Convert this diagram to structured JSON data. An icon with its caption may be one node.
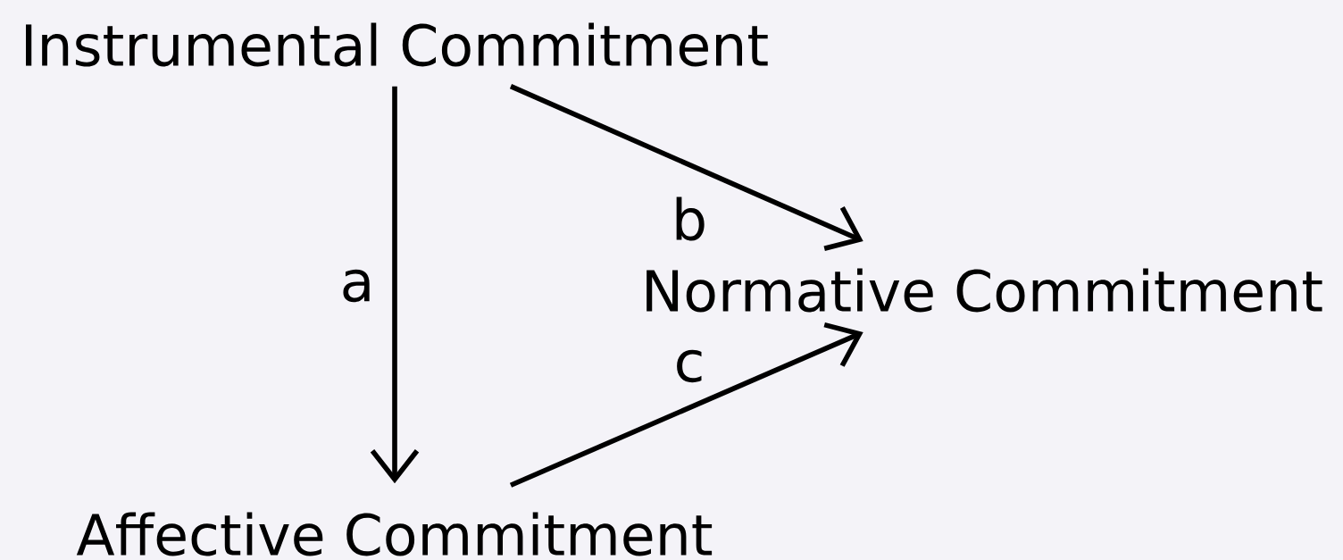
{
  "diagram": {
    "nodes": [
      {
        "text": [
          "Instrumental Commitment"
        ]
      },
      {
        "text": [
          "Normative Commitment"
        ]
      },
      {
        "text": [
          "Affective Commitment"
        ]
      }
    ],
    "edges": [
      {
        "from": 0,
        "to": 2,
        "arrow": "to",
        "label": "a"
      },
      {
        "from": 0,
        "to": 1,
        "arrow": "to",
        "label": "b"
      },
      {
        "from": 2,
        "to": 1,
        "arrow": "to",
        "label": "c"
      }
    ]
  }
}
